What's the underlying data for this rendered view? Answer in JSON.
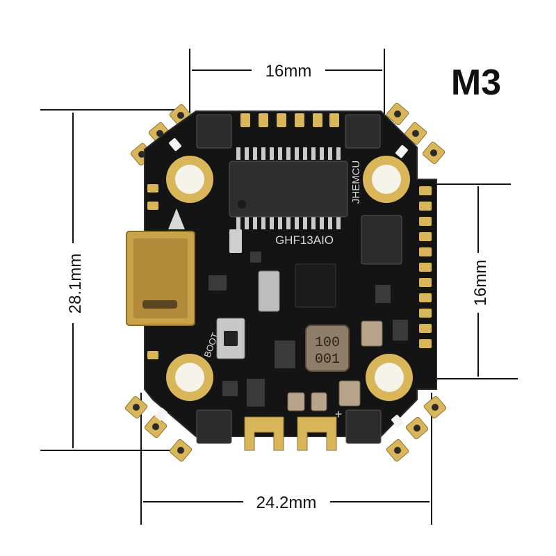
{
  "title": "M3",
  "dimensions": {
    "top_hole_spacing": "16mm",
    "right_hole_spacing": "16mm",
    "overall_height": "28.1mm",
    "overall_width": "24.2mm"
  },
  "board": {
    "model": "GHF13AIO",
    "maker": "JHEMCU",
    "boot_label": "BOOT",
    "inductor_code_top": "100",
    "inductor_code_bottom": "001",
    "plus_mark": "+"
  },
  "colors": {
    "pcb": "#141414",
    "gold": "#d9b65a",
    "line": "#111111"
  }
}
